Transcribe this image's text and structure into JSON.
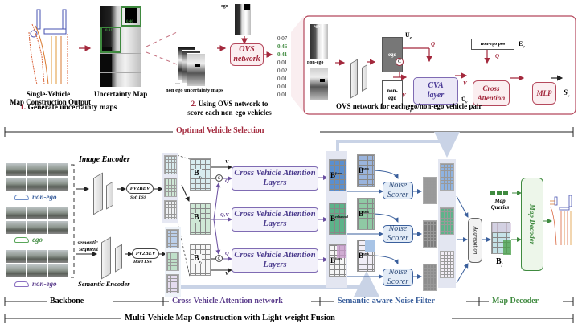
{
  "top": {
    "single_vehicle_label_1": "Single-Vehicle",
    "single_vehicle_label_2": "Map Construction Output",
    "uncertainty_map_label": "Uncertainty Map",
    "uncertainty_cells": [
      "0.46",
      "0.41"
    ],
    "step1_num": "1.",
    "step1_text": "Generate uncertainty maps",
    "ego_label": "ego",
    "non_ego_maps_label": "non ego uncertainty maps",
    "ovs_network_label_1": "OVS",
    "ovs_network_label_2": "network",
    "step2_num": "2.",
    "step2_text_1": "Using OVS network to",
    "step2_text_2": "score each non-ego vehicles",
    "scores": [
      {
        "value": "0.07",
        "highlight": false
      },
      {
        "value": "0.46",
        "highlight": true
      },
      {
        "value": "0.41",
        "highlight": true
      },
      {
        "value": "0.01",
        "highlight": false
      },
      {
        "value": "0.02",
        "highlight": false
      },
      {
        "value": "0.01",
        "highlight": false
      },
      {
        "value": "0.01",
        "highlight": false
      },
      {
        "value": "0.01",
        "highlight": false
      }
    ]
  },
  "ovs_detail": {
    "ego_thumb_label": "ego",
    "non_ego_thumb_label": "non-ego",
    "ego_box": "ego",
    "non_ego_box_1": "non-",
    "non_ego_box_2": "ego",
    "U_e": "U",
    "U_e_sub": "e",
    "U_v": "U",
    "U_v_sub": "v",
    "U_hat_v": "Û",
    "U_hat_v_sub": "v",
    "concat_symbol": "C",
    "Q_label": "Q",
    "V_label": "V",
    "cva_layer_1": "CVA",
    "cva_layer_2": "layer",
    "non_ego_pos": "non-ego pos",
    "E_v": "E",
    "E_v_sub": "v",
    "cross_attention_1": "Cross",
    "cross_attention_2": "Attention",
    "mlp": "MLP",
    "S_v": "S",
    "S_v_sub": "v",
    "caption": "OVS network for each ego/non-ego vehicle pair"
  },
  "section_top": "Optimal Vehicle Selection",
  "bottom": {
    "non_ego_1": "non-ego",
    "ego": "ego",
    "non_ego_2": "non-ego",
    "image_encoder": "Image Encoder",
    "semantic_encoder": "Semantic Encoder",
    "semantic_segment_1": "semantic",
    "semantic_segment_2": "segment",
    "pv2bev_1": "PV2BEV",
    "soft_lss": "Soft LSS",
    "pv2bev_2": "PV2BEV",
    "hard_lss": "Hard LSS",
    "B": "B",
    "B_v1_sub": "v₁",
    "B_e_sub": "e",
    "B_v2_sub": "v₂",
    "cva_layers": [
      {
        "line1": "Cross Vehicle Attention",
        "line2": "Layers"
      },
      {
        "line1": "Cross Vehicle Attention",
        "line2": "Layers"
      },
      {
        "line1": "Cross Vehicle Attention",
        "line2": "Layers"
      }
    ],
    "QV_label": "Q,V",
    "Q_label": "Q",
    "V_label": "V",
    "fused": "fused",
    "enhanced": "enhanced",
    "sem": "sem",
    "noise_scorer_1": "Noise",
    "noise_scorer_2": "Scorer",
    "aggregation": "Aggregation",
    "map_queries_1": "Map",
    "map_queries_2": "Queries",
    "B_f": "B",
    "B_f_sub": "f",
    "map_decoder": "Map Decoder"
  },
  "sections_bottom": {
    "backbone": "Backbone",
    "cva_network": "Cross Vehicle Attention network",
    "noise_filter": "Semantic-aware Noise Filter",
    "map_decoder": "Map Decoder",
    "overall": "Multi-Vehicle Map Construction with Light-weight Fusion"
  },
  "colors": {
    "red": "#a3283c",
    "green": "#3f8a3f",
    "purple": "#5b3d8c",
    "blue": "#3a5f9c"
  }
}
